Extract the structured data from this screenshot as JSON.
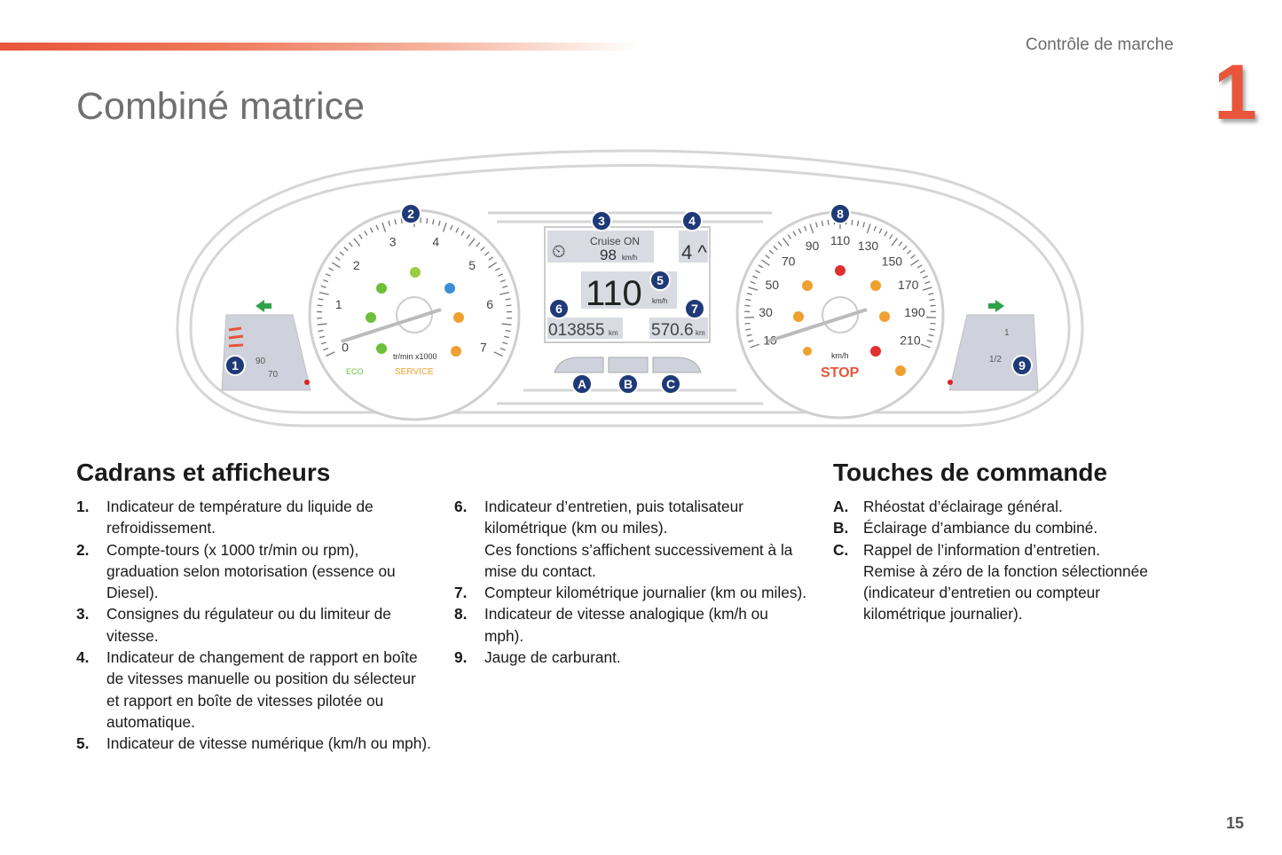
{
  "header": {
    "section": "Contrôle de marche",
    "chapter": "1"
  },
  "title": "Combiné matrice",
  "diagram": {
    "markers": [
      "1",
      "2",
      "3",
      "4",
      "5",
      "6",
      "7",
      "8",
      "9",
      "A",
      "B",
      "C"
    ],
    "tacho": {
      "ticks": [
        "0",
        "1",
        "2",
        "3",
        "4",
        "5",
        "6",
        "7"
      ],
      "unit": "tr/min x1000",
      "service": "SERVICE",
      "eco": "ECO"
    },
    "speedo": {
      "ticks": [
        "10",
        "30",
        "50",
        "70",
        "90",
        "110",
        "130",
        "150",
        "170",
        "190",
        "210"
      ],
      "unit": "km/h",
      "stop": "STOP"
    },
    "temp": {
      "ticks": [
        "90",
        "70"
      ]
    },
    "fuel": {
      "ticks": [
        "1",
        "1/2"
      ]
    },
    "screen": {
      "cruise": "Cruise ON",
      "cruise_speed": "98",
      "cruise_unit": "km/h",
      "gear": "4 ^",
      "speed": "110",
      "speed_unit": "km/h",
      "odometer": "013855",
      "trip": "570.6",
      "km": "km"
    }
  },
  "left": {
    "heading": "Cadrans et afficheurs",
    "items": [
      {
        "n": "1.",
        "text": "Indicateur de température du liquide de refroidissement."
      },
      {
        "n": "2.",
        "text": "Compte-tours (x 1000 tr/min ou rpm), graduation selon motorisation (essence ou Diesel)."
      },
      {
        "n": "3.",
        "text": "Consignes du régulateur ou du limiteur de vitesse."
      },
      {
        "n": "4.",
        "text": "Indicateur de changement de rapport en boîte de vitesses manuelle ou position du sélecteur et rapport en boîte de vitesses pilotée ou automatique."
      },
      {
        "n": "5.",
        "text": "Indicateur de vitesse numérique (km/h ou mph)."
      }
    ]
  },
  "middle": {
    "items": [
      {
        "n": "6.",
        "text": "Indicateur d’entretien, puis totalisateur kilométrique (km ou miles).",
        "text2": "Ces fonctions s’affichent successivement à la mise du contact."
      },
      {
        "n": "7.",
        "text": "Compteur kilométrique journalier (km ou miles)."
      },
      {
        "n": "8.",
        "text": "Indicateur de vitesse analogique (km/h ou mph)."
      },
      {
        "n": "9.",
        "text": "Jauge de carburant."
      }
    ]
  },
  "right": {
    "heading": "Touches de commande",
    "items": [
      {
        "n": "A.",
        "text": "Rhéostat d’éclairage général."
      },
      {
        "n": "B.",
        "text": "Éclairage d’ambiance du combiné."
      },
      {
        "n": "C.",
        "text": "Rappel de l’information d’entretien.",
        "text2": "Remise à zéro de la fonction sélectionnée (indicateur d’entretien ou compteur kilométrique journalier)."
      }
    ]
  },
  "page_number": "15",
  "colors": {
    "accent": "#e8553a",
    "marker": "#1f3a78",
    "screen": "#d9dbe3"
  }
}
